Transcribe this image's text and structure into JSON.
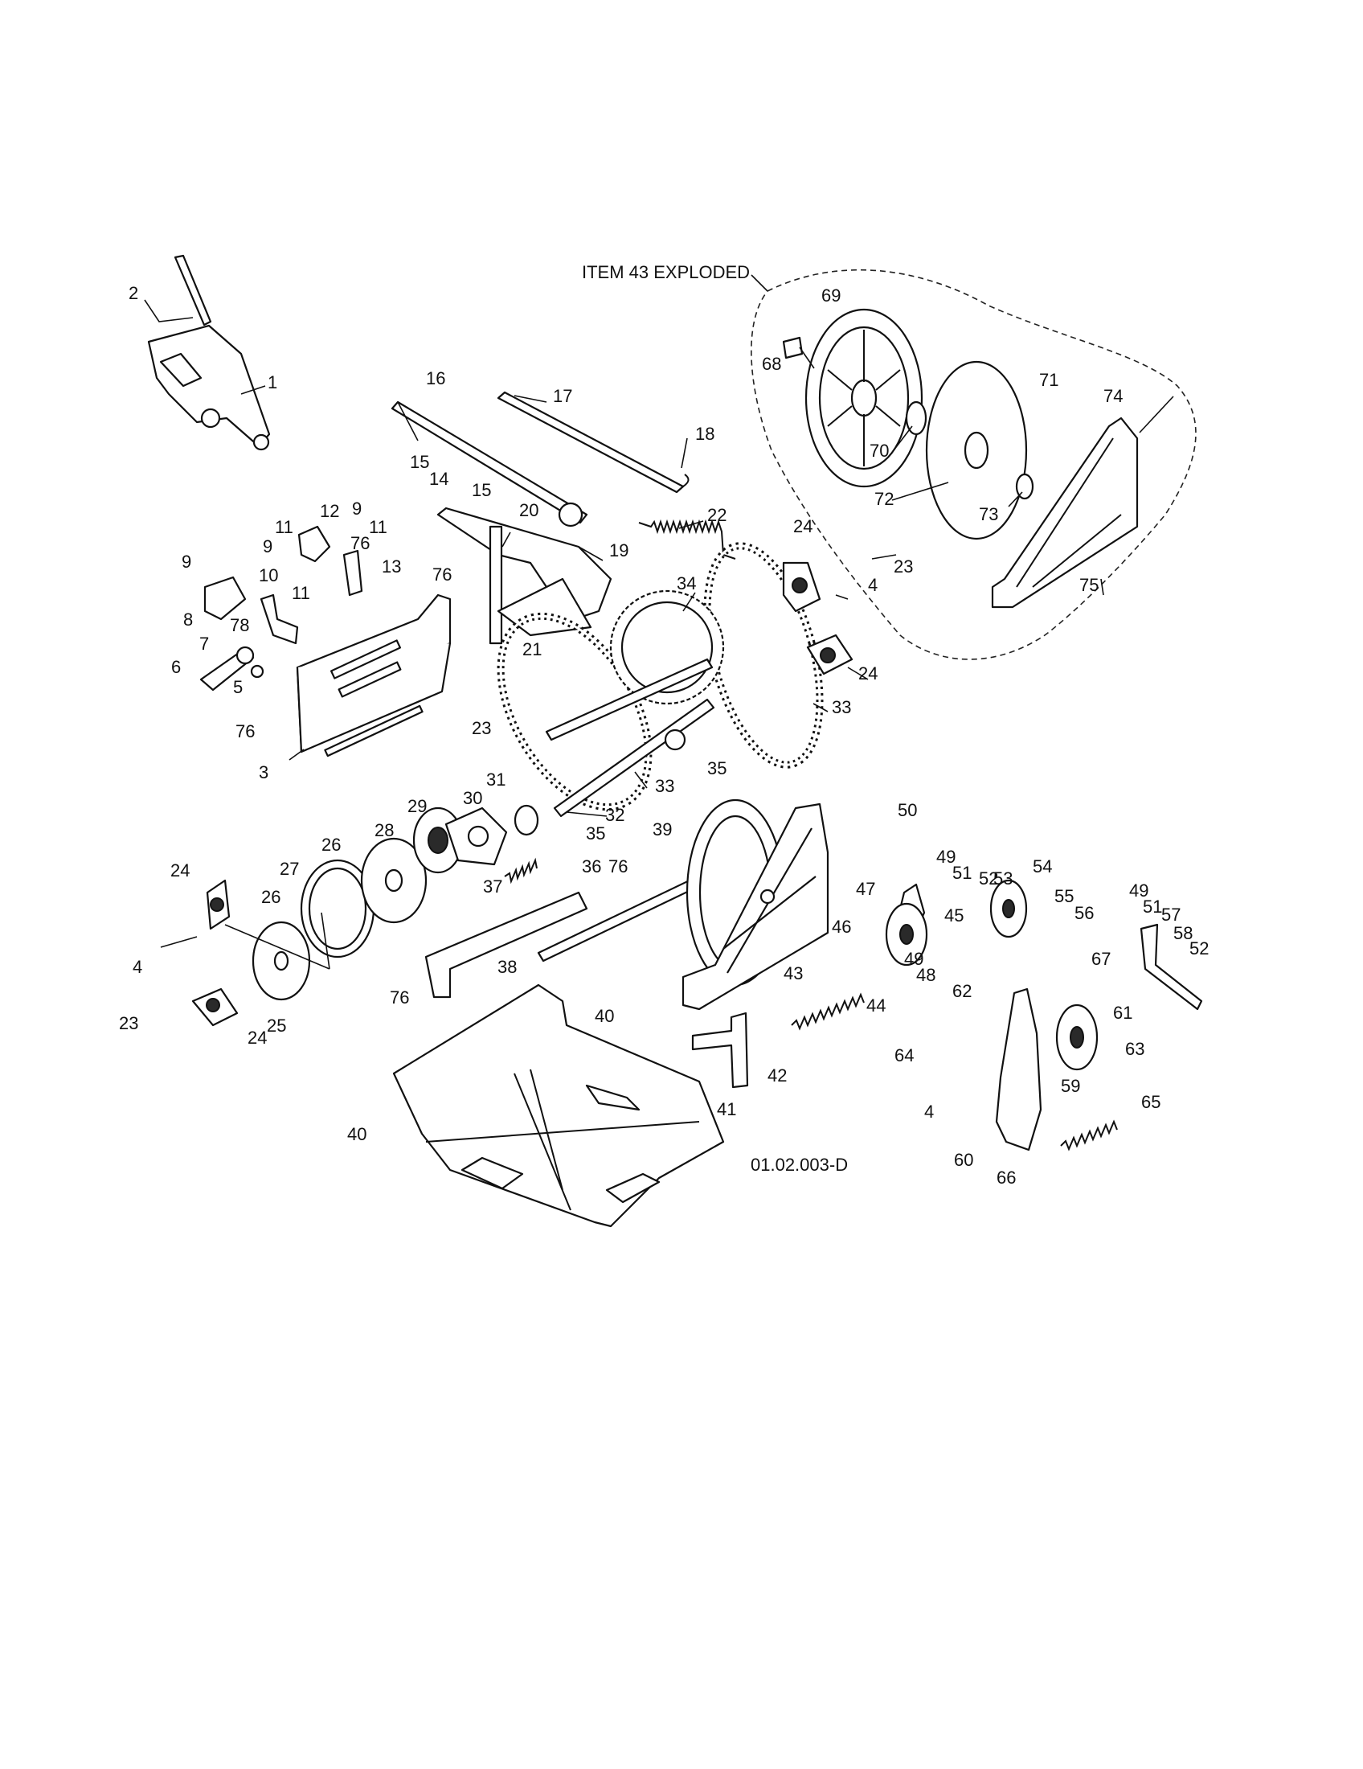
{
  "diagram": {
    "exploded_caption": "ITEM 43 EXPLODED",
    "drawing_code": "01.02.003-D",
    "callouts": [
      "1",
      "2",
      "3",
      "4",
      "5",
      "6",
      "7",
      "8",
      "9",
      "10",
      "11",
      "12",
      "13",
      "14",
      "15",
      "16",
      "17",
      "18",
      "19",
      "20",
      "21",
      "22",
      "23",
      "24",
      "25",
      "26",
      "27",
      "28",
      "29",
      "30",
      "31",
      "32",
      "33",
      "34",
      "35",
      "36",
      "37",
      "38",
      "39",
      "40",
      "41",
      "42",
      "43",
      "44",
      "45",
      "46",
      "47",
      "48",
      "49",
      "50",
      "51",
      "52",
      "53",
      "54",
      "55",
      "56",
      "57",
      "58",
      "59",
      "60",
      "61",
      "62",
      "63",
      "64",
      "65",
      "66",
      "67",
      "68",
      "69",
      "70",
      "71",
      "72",
      "73",
      "74",
      "75",
      "76",
      "78"
    ]
  }
}
